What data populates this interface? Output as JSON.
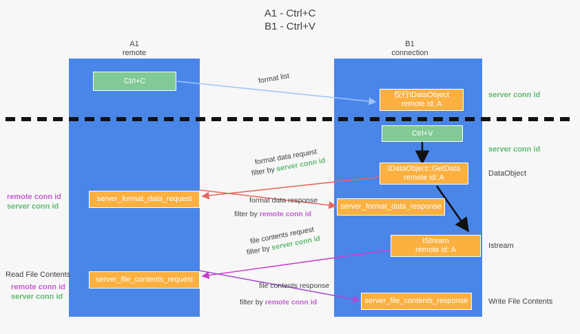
{
  "title": {
    "line1": "A1 - Ctrl+C",
    "line2": "B1 - Ctrl+V"
  },
  "columns": [
    {
      "name": "A1",
      "sub": "remote"
    },
    {
      "name": "B1",
      "sub": "connection"
    }
  ],
  "nodes": {
    "ctrl_c": "Ctrl+C",
    "ctrl_v": "Ctrl+V",
    "idataobject_top_l1": "仅行IDataObject",
    "idataobject_top_l2": "remote id: A",
    "getdata_l1": "IDataObject::GetData",
    "getdata_l2": "remote id: A",
    "istream_l1": "IStream",
    "istream_l2": "remote id: A",
    "server_format_data_request": "server_format_data_request",
    "server_format_data_response": "server_format_data_response",
    "server_file_contents_request": "server_file_contents_request",
    "server_file_contents_response": "server_file_contents_response"
  },
  "edge_labels": {
    "format_list": "format list",
    "format_data_request": "format data request",
    "format_data_response": "format data response",
    "file_contents_request": "file contents request",
    "file_contents_response": "file contents response",
    "filter_by": "filter by ",
    "server_conn_id": "server conn id",
    "remote_conn_id": "remote conn id"
  },
  "right_labels": {
    "server_conn_id_top": "server conn id",
    "server_conn_id_second": "server conn id",
    "dataobject": "DataObject",
    "istream": "Istream",
    "write_file_contents": "Write File Contents"
  },
  "left_labels": {
    "remote_conn_id_1": "remote conn id",
    "server_conn_id_1": "server conn id",
    "read_file_contents": "Read File Contents",
    "remote_conn_id_2": "remote conn id",
    "server_conn_id_2": "server conn id"
  },
  "colors": {
    "lane": "#4a86e8",
    "node_orange": "#fbb040",
    "node_green": "#81c995",
    "arrow_blue": "#9fc5f8",
    "arrow_red": "#e8675c",
    "arrow_magenta": "#cc3ecc",
    "arrow_purple": "#a64dd0",
    "arrow_dark": "#1a1a1a",
    "conn_green_text": "#5fb972",
    "conn_purple_text": "#c45ed0",
    "divider": "#111111",
    "background": "#f7f7f7"
  }
}
